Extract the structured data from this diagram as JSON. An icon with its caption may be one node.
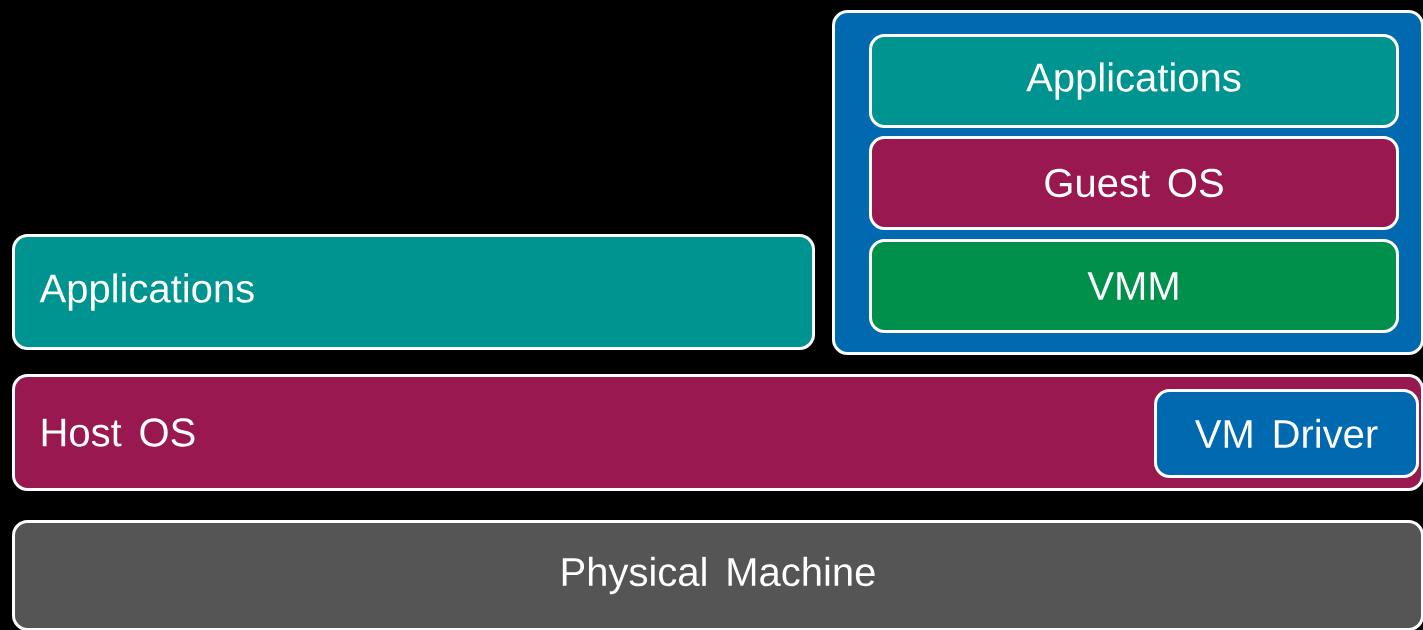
{
  "diagram": {
    "nodes": [
      {
        "text": [],
        "shape": "box"
      },
      {
        "text": [
          "Applications"
        ],
        "in": 0
      },
      {
        "text": [
          "Guest OS"
        ],
        "in": 0
      },
      {
        "text": [
          "VMM"
        ],
        "in": 0
      },
      {
        "text": [
          "Applications"
        ]
      },
      {
        "text": [
          "Host OS"
        ]
      },
      {
        "text": [
          "VM Driver"
        ],
        "in": 5
      },
      {
        "text": [
          "Physical Machine"
        ]
      }
    ]
  }
}
